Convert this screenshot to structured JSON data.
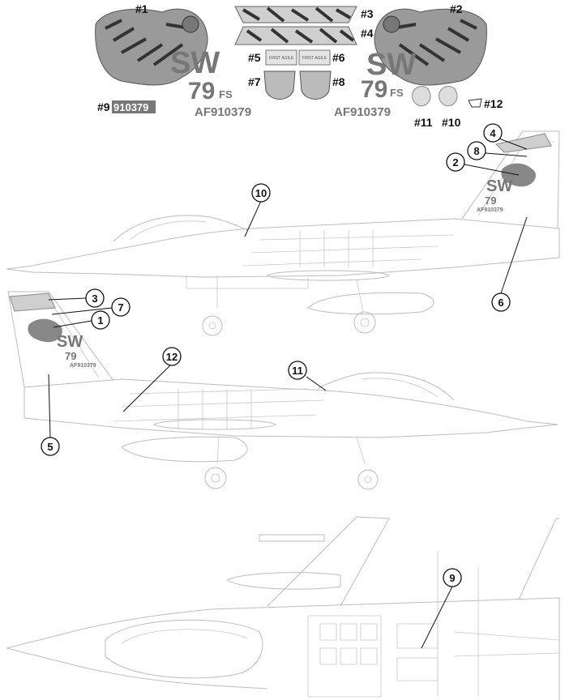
{
  "decal_sheet": {
    "labels": {
      "d1": "#1",
      "d2": "#2",
      "d3": "#3",
      "d4": "#4",
      "d5": "#5",
      "d6": "#6",
      "d7": "#7",
      "d8": "#8",
      "d9": "#9",
      "d10": "#10",
      "d11": "#11",
      "d12": "#12"
    },
    "tail_code": "SW",
    "squadron": "79",
    "squadron_suffix": "FS",
    "serial_fuselage": "910379",
    "serial_tail": "AF910379",
    "patch_text": "FIRST AGILE"
  },
  "callouts": {
    "c1": "1",
    "c2": "2",
    "c3": "3",
    "c4": "4",
    "c5": "5",
    "c6": "6",
    "c7": "7",
    "c8": "8",
    "c9": "9",
    "c10": "10",
    "c11": "11",
    "c12": "12"
  },
  "colors": {
    "outline": "#bdbdbd",
    "decal_gray": "#777777",
    "tiger_dark": "#444444",
    "callout_stroke": "#111111"
  }
}
